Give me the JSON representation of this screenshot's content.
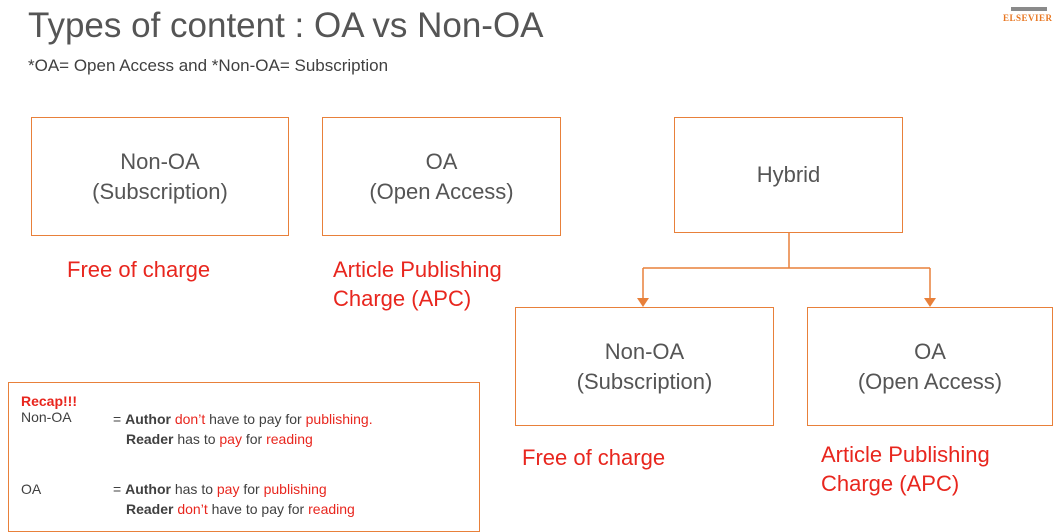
{
  "header": {
    "title": "Types of content : OA vs Non-OA",
    "subtitle": "*OA= Open Access and *Non-OA= Subscription",
    "logo_text": "ELSEVIER"
  },
  "top_row": {
    "box1": {
      "line1": "Non-OA",
      "line2": "(Subscription)",
      "caption": "Free of charge"
    },
    "box2": {
      "line1": "OA",
      "line2": "(Open Access)",
      "caption_line1": "Article Publishing",
      "caption_line2": "Charge (APC)"
    }
  },
  "hybrid": {
    "label": "Hybrid",
    "left": {
      "line1": "Non-OA",
      "line2": "(Subscription)",
      "caption": "Free of charge"
    },
    "right": {
      "line1": "OA",
      "line2": "(Open Access)",
      "caption_line1": "Article Publishing",
      "caption_line2": "Charge (APC)"
    }
  },
  "recap": {
    "header": "Recap!!!",
    "nonoa_label": "Non-OA",
    "nonoa_line1": {
      "eq": "= ",
      "author": "Author",
      "dont": "don’t",
      "mid": " have to pay for ",
      "publishing": "publishing",
      "end": "."
    },
    "nonoa_line2": {
      "reader": "Reader",
      "mid": " has to ",
      "pay": "pay",
      "for": " for ",
      "reading": "reading"
    },
    "oa_label": "OA",
    "oa_line1": {
      "eq": "= ",
      "author": "Author",
      "mid": " has to ",
      "pay": "pay",
      "for": " for ",
      "publishing": "publishing"
    },
    "oa_line2": {
      "reader": "Reader",
      "dont": "don’t",
      "mid": " have to pay for ",
      "reading": "reading"
    }
  },
  "colors": {
    "box_border": "#e8803a",
    "accent_red": "#e8261e",
    "text": "#555555",
    "arrow": "#e8803a"
  }
}
